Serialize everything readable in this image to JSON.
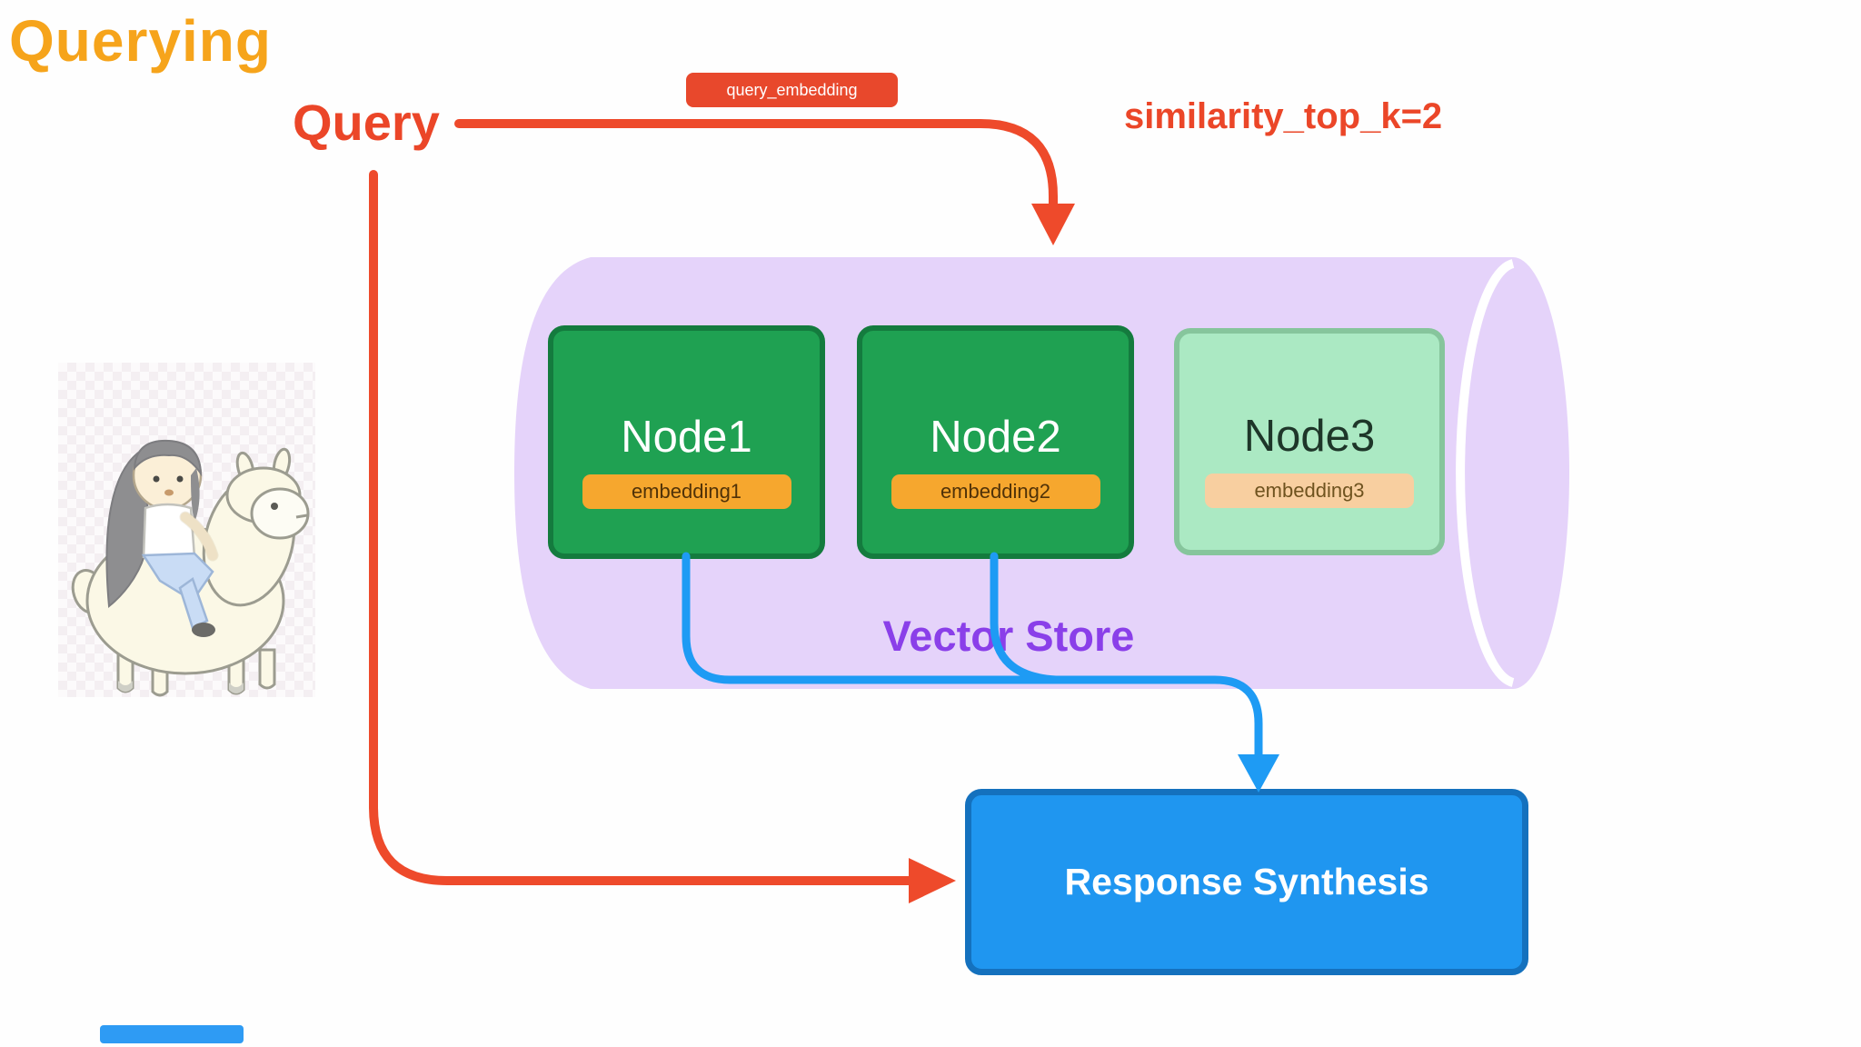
{
  "slide": {
    "title": "Querying"
  },
  "diagram": {
    "query_label": "Query",
    "query_embedding_badge": "query_embedding",
    "similarity_annotation": "similarity_top_k=2",
    "vector_store_label": "Vector Store",
    "response_synthesis_label": "Response Synthesis",
    "nodes": [
      {
        "label": "Node1",
        "embedding_label": "embedding1",
        "state": "retrieved"
      },
      {
        "label": "Node2",
        "embedding_label": "embedding2",
        "state": "retrieved"
      },
      {
        "label": "Node3",
        "embedding_label": "embedding3",
        "state": "not-retrieved"
      }
    ],
    "illustration": {
      "name": "girl-riding-llama"
    }
  },
  "colors": {
    "title-orange": "#F6A41B",
    "accent-red": "#EB4628",
    "badge-red": "#E8482C",
    "cylinder-purple": "#E5D3FA",
    "vs-purple": "#8A3FE9",
    "node-green": "#1FA152",
    "node-green-border": "#147B3E",
    "node3-green": "#ABE9C3",
    "node3-border": "#86C59C",
    "pill-orange": "#F6A72E",
    "pill3-peach": "#F8CFA0",
    "arrow-blue": "#1E9BF4",
    "rs-blue": "#1F96F0",
    "rs-blue-border": "#1471BE",
    "bar-blue": "#2E9BF4"
  }
}
